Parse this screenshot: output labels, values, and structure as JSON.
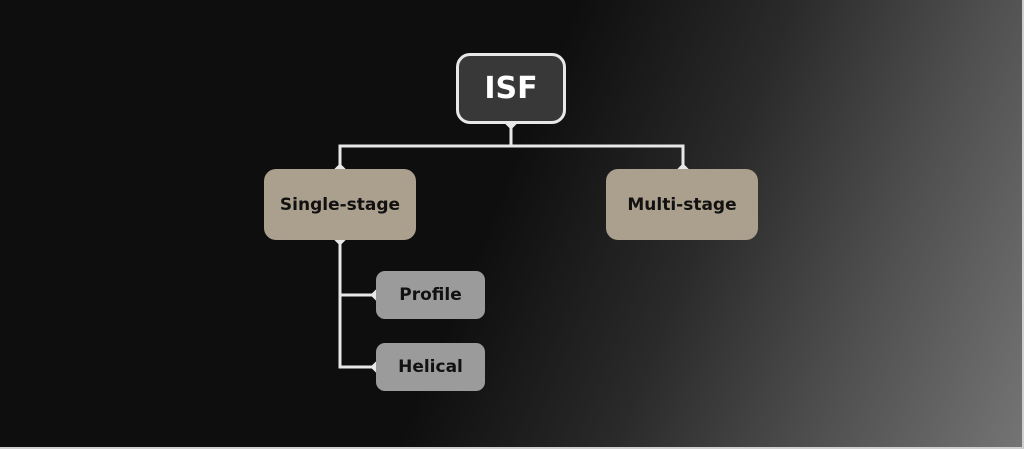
{
  "diagram": {
    "type": "tree",
    "root": {
      "label": "ISF",
      "children": [
        {
          "label": "Single-stage",
          "children": [
            {
              "label": "Profile"
            },
            {
              "label": "Helical"
            }
          ]
        },
        {
          "label": "Multi-stage",
          "children": []
        }
      ]
    }
  },
  "colors": {
    "background_dark": "#0e0e0e",
    "background_light": "#747474",
    "root_fill": "#383838",
    "root_border": "#e8e8e8",
    "level1_fill": "#ab9f8d",
    "level2_fill": "#9b9b9b",
    "connector": "#e8e8e8"
  }
}
